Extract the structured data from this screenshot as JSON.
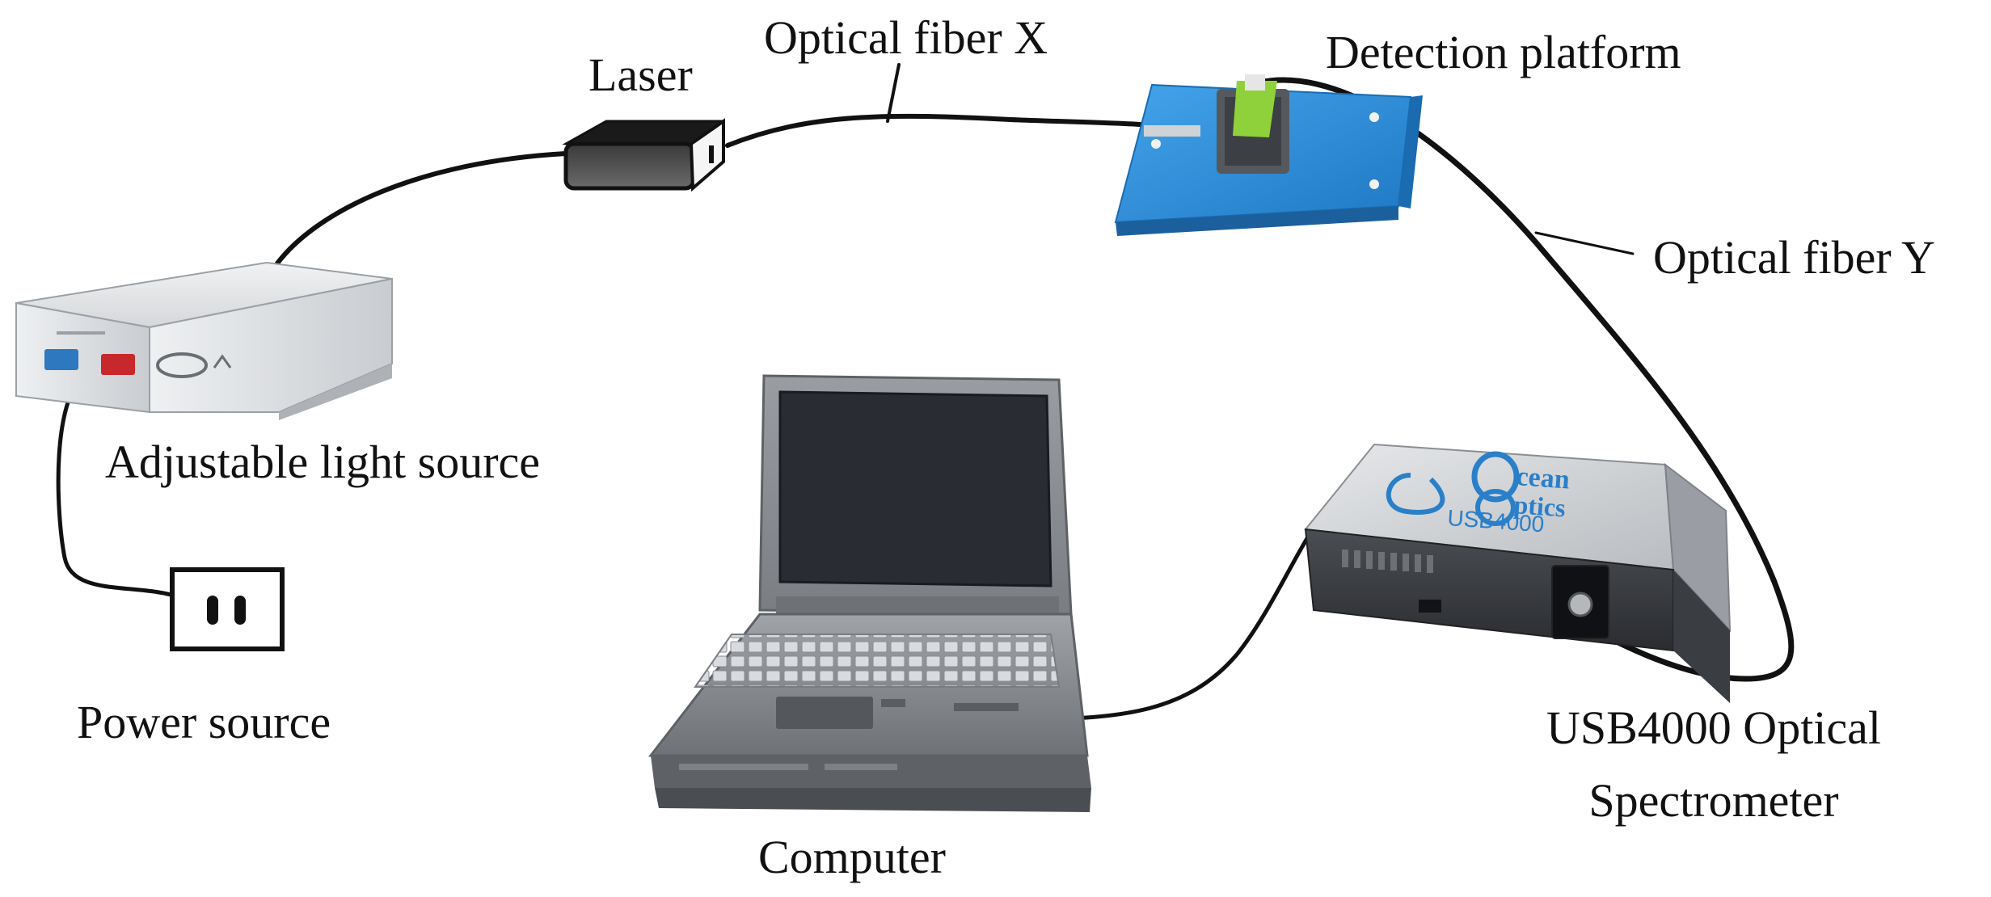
{
  "labels": {
    "optical_fiber_x": "Optical fiber X",
    "laser": "Laser",
    "detection_platform": "Detection platform",
    "optical_fiber_y": "Optical fiber Y",
    "adjustable_light_source": "Adjustable light source",
    "power_source": "Power source",
    "computer": "Computer",
    "spectrometer_line1": "USB4000 Optical",
    "spectrometer_line2": "Spectrometer"
  },
  "device_text": {
    "spectrometer_model": "USB4000",
    "spectrometer_brand_line1": "cean",
    "spectrometer_brand_line2": "ptics"
  },
  "colors": {
    "cable": "#111111",
    "platform_blue": "#2f8fd8",
    "platform_mount_green": "#8fd13a",
    "brand_blue": "#2a7fc9",
    "box_gray": "#d7d9dc",
    "laptop_gray": "#8c8f94",
    "screen": "#2a2c33"
  }
}
